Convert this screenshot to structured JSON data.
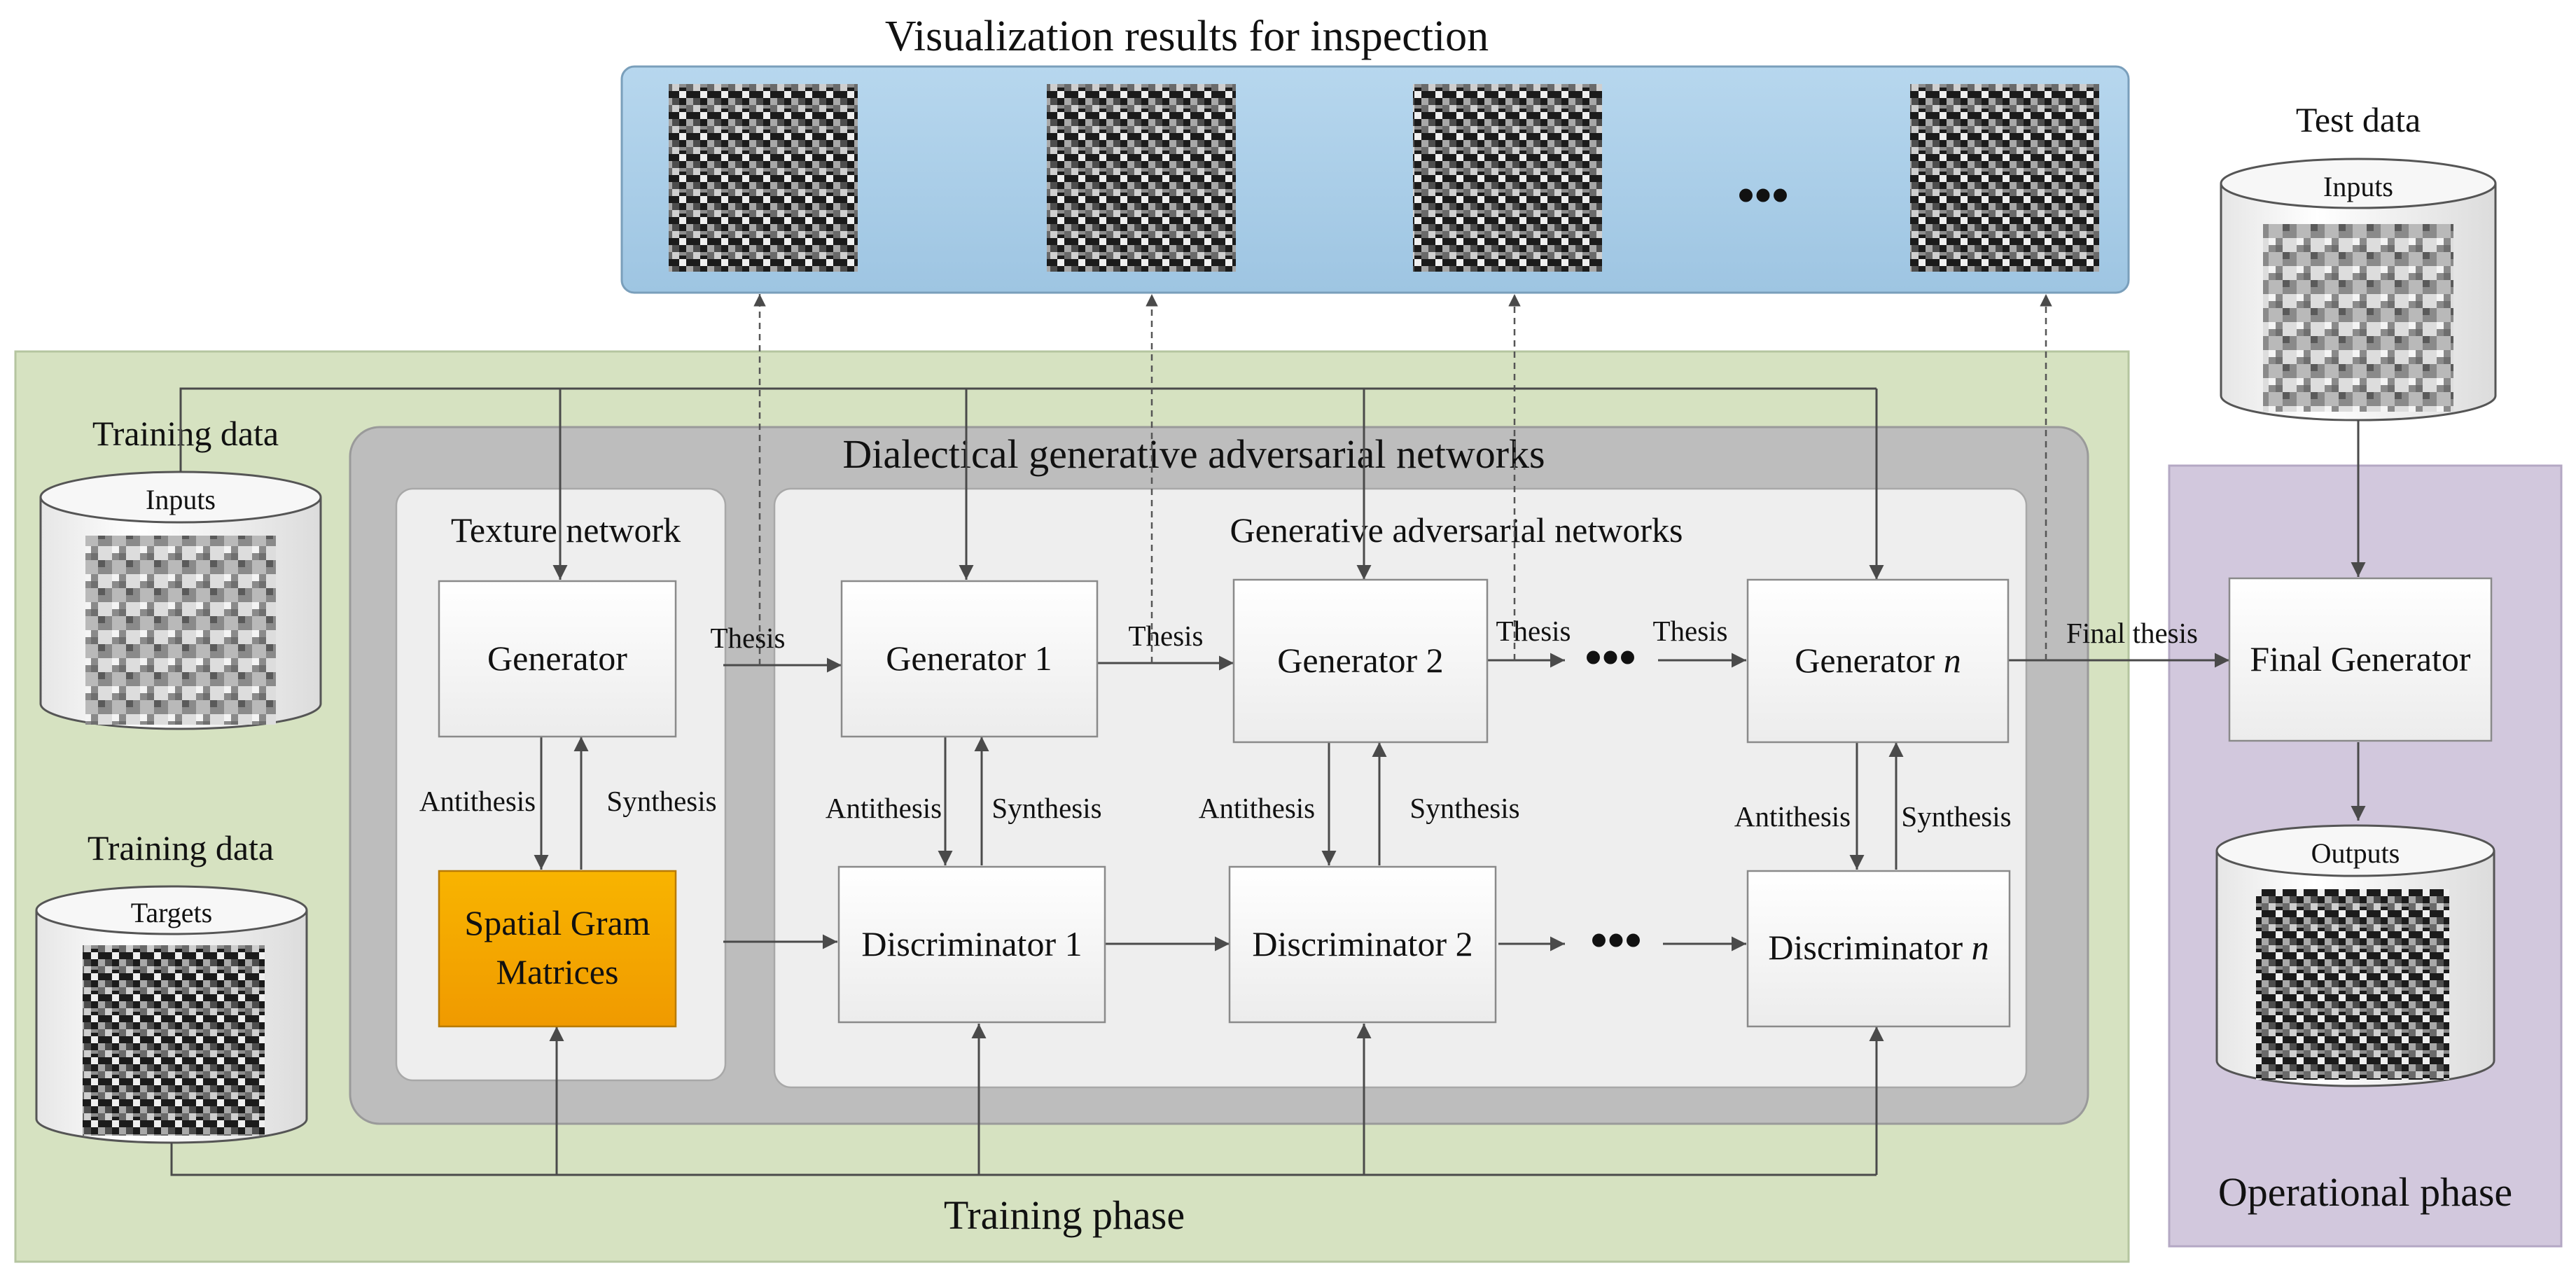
{
  "title": "Visualization results for inspection",
  "panels": {
    "training": "Training phase",
    "operational": "Operational phase",
    "dgan": "Dialectical  generative adversarial networks",
    "texture": "Texture network",
    "gan": "Generative adversarial networks"
  },
  "boxes": {
    "generator": "Generator",
    "gram_line1": "Spatial Gram",
    "gram_line2": "Matrices",
    "gen1": "Generator 1",
    "gen2": "Generator 2",
    "genn": "Generator ",
    "genn_italic": "n",
    "disc1": "Discriminator 1",
    "disc2": "Discriminator 2",
    "discn": "Discriminator ",
    "discn_italic": "n",
    "final": "Final Generator"
  },
  "edges": {
    "thesis": "Thesis",
    "antithesis": "Antithesis",
    "synthesis": "Synthesis",
    "final_thesis": "Final thesis",
    "dots": "•••"
  },
  "databases": {
    "training_data": "Training data",
    "inputs": "Inputs",
    "targets": "Targets",
    "test_data": "Test data",
    "outputs": "Outputs"
  },
  "colors": {
    "training_panel": "#d6e2c1",
    "operational_panel": "#d2c8dd",
    "visualization_panel": "#a9cde6",
    "dgan_panel": "#bdbdbd",
    "inner_panel": "#eeeeee",
    "gram_box": "#f5a800"
  }
}
